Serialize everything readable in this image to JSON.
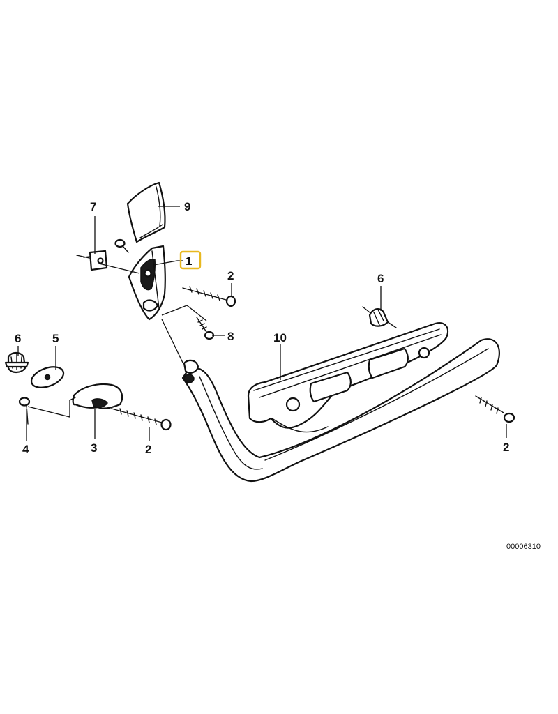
{
  "diagram": {
    "callouts": {
      "c1": "1",
      "c2a": "2",
      "c2b": "2",
      "c2c": "2",
      "c3": "3",
      "c4": "4",
      "c5": "5",
      "c6a": "6",
      "c6b": "6",
      "c7": "7",
      "c8": "8",
      "c9": "9",
      "c10": "10"
    },
    "highlighted_callout": "1",
    "highlight_color": "#e8b820",
    "figure_code": "00006310"
  }
}
